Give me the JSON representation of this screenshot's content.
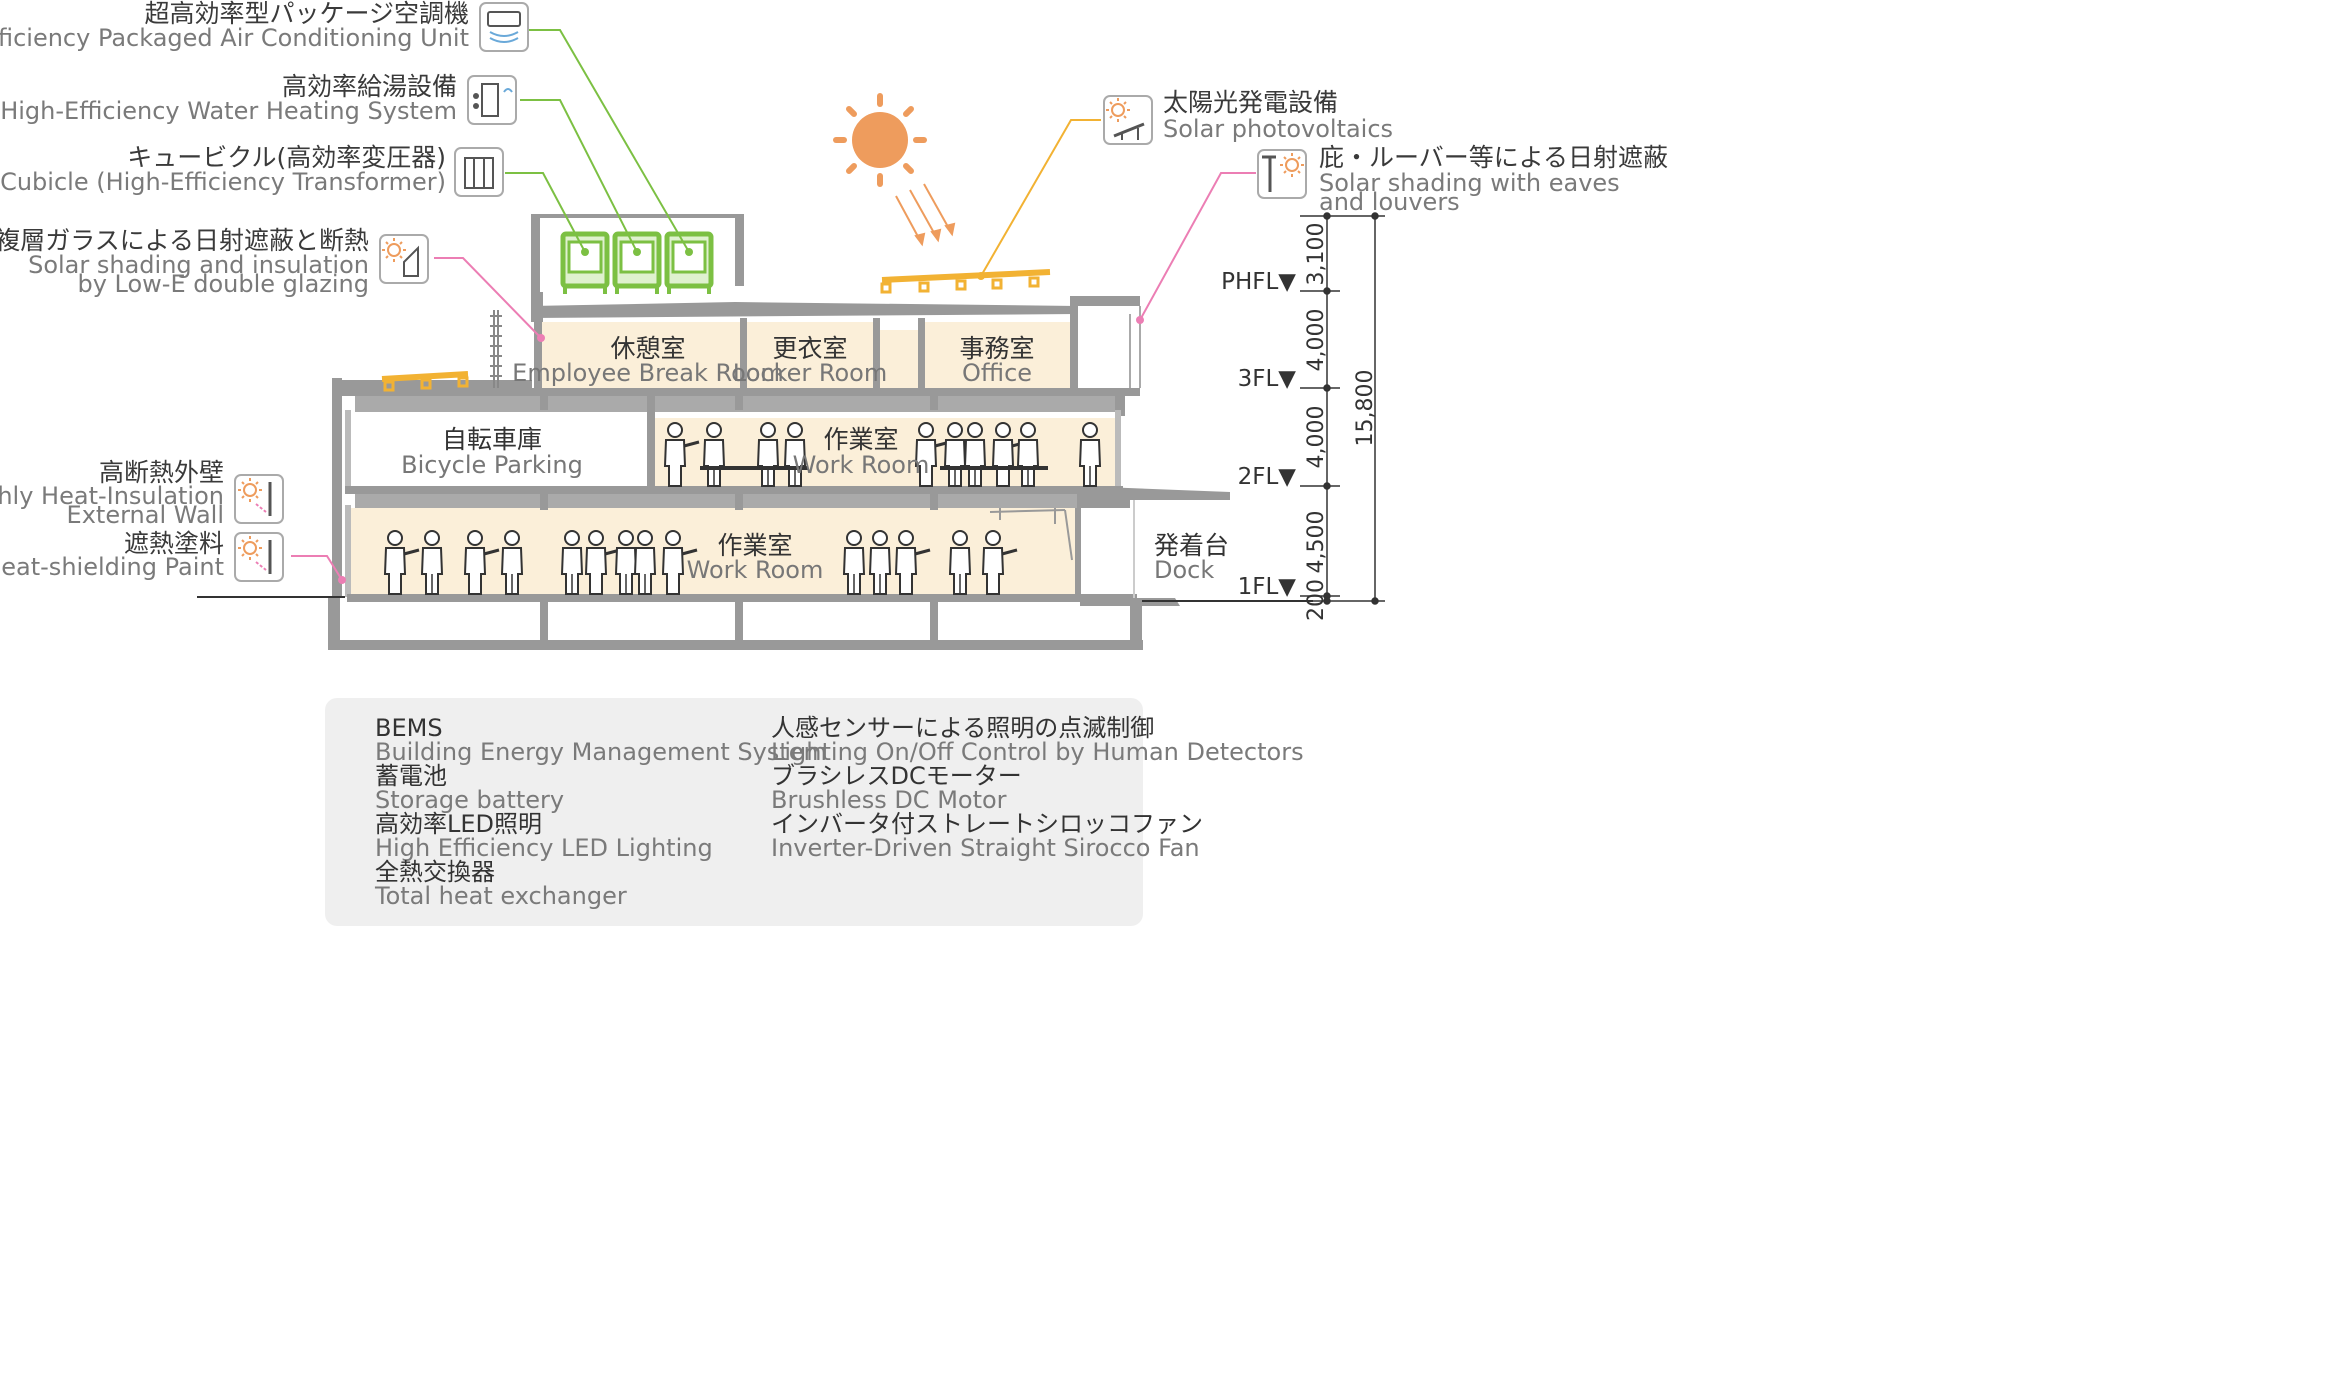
{
  "callouts": {
    "ac": {
      "jp": "超高効率型パッケージ空調機",
      "en": "Ultra-High-Efficiency Packaged Air Conditioning Unit"
    },
    "water": {
      "jp": "高効率給湯設備",
      "en": "High-Efficiency Water Heating System"
    },
    "cubicle": {
      "jp": "キュービクル(高効率変圧器)",
      "en": "Cubicle (High-Efficiency Transformer)"
    },
    "lowe": {
      "jp": "Low‐E複層ガラスによる日射遮蔽と断熱",
      "en1": "Solar shading and insulation",
      "en2": "by Low-E double glazing"
    },
    "wall": {
      "jp": "高断熱外壁",
      "en1": "Highly Heat-Insulation",
      "en2": "External Wall"
    },
    "paint": {
      "jp": "遮熱塗料",
      "en": "Heat-shielding Paint"
    },
    "solar": {
      "jp": "太陽光発電設備",
      "en": "Solar photovoltaics"
    },
    "eaves": {
      "jp": "庇・ルーバー等による日射遮蔽",
      "en1": "Solar shading with eaves",
      "en2": "and louvers"
    }
  },
  "rooms": {
    "break": {
      "jp": "休憩室",
      "en": "Employee Break Room"
    },
    "locker": {
      "jp": "更衣室",
      "en": "Locker Room"
    },
    "office": {
      "jp": "事務室",
      "en": "Office"
    },
    "bicycle": {
      "jp": "自転車庫",
      "en": "Bicycle Parking"
    },
    "work2": {
      "jp": "作業室",
      "en": "Work Room"
    },
    "work1": {
      "jp": "作業室",
      "en": "Work Room"
    },
    "dock": {
      "jp": "発着台",
      "en": "Dock"
    }
  },
  "levels": {
    "phfl": "PHFL▼",
    "fl3": "3FL▼",
    "fl2": "2FL▼",
    "fl1": "1FL▼"
  },
  "dimensions": {
    "d1": "3,100",
    "d2": "4,000",
    "d3": "4,000",
    "d4": "4,500",
    "d5": "200",
    "total": "15,800"
  },
  "legend": {
    "left": [
      {
        "jp": "BEMS",
        "en": "Building Energy Management System"
      },
      {
        "jp": "蓄電池",
        "en": "Storage battery"
      },
      {
        "jp": "高効率LED照明",
        "en": "High Efficiency LED Lighting"
      },
      {
        "jp": "全熱交換器",
        "en": "Total heat exchanger"
      }
    ],
    "right": [
      {
        "jp": "人感センサーによる照明の点滅制御",
        "en": "Lighting On/Off Control by Human Detectors"
      },
      {
        "jp": "ブラシレスDCモーター",
        "en": "Brushless DC Motor"
      },
      {
        "jp": "インバータ付ストレートシロッコファン",
        "en": "Inverter-Driven Straight Sirocco Fan"
      }
    ]
  },
  "colors": {
    "green": "#7cc043",
    "orange": "#f2b233",
    "pink": "#ec7eb4",
    "room_fill": "#fbefd9",
    "structure": "#999999",
    "sun": "#ee9c5d"
  }
}
